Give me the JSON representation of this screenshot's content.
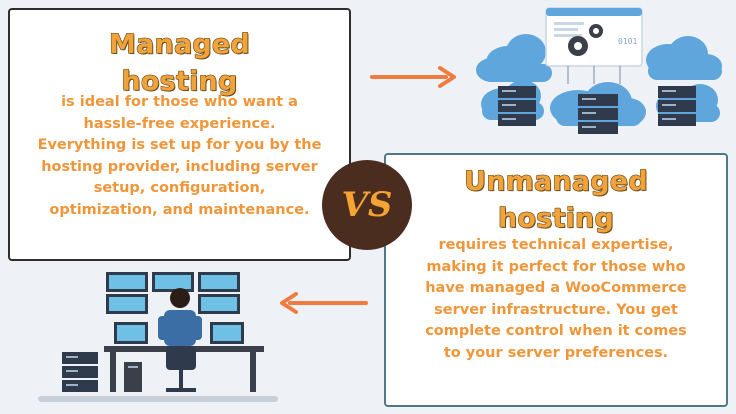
{
  "managed": {
    "title_line1": "Managed",
    "title_line2": "hosting",
    "body_lines": [
      "is ideal for those who want a",
      "hassle-free experience.",
      "Everything is set up for you by the",
      "hosting provider, including server",
      "setup, configuration,",
      "optimization, and maintenance."
    ]
  },
  "unmanaged": {
    "title_line1": "Unmanaged",
    "title_line2": "hosting",
    "body_lines": [
      "requires technical expertise,",
      "making it perfect for those who",
      "have managed a WooCommerce",
      "server infrastructure. You get",
      "complete control when it comes",
      "to your server preferences."
    ]
  },
  "vs_label": "VS",
  "cloud_illustration": {
    "binary_text": "0101"
  },
  "icons": [
    "cloud-server-illustration",
    "admin-workstation-illustration",
    "arrow-right-icon",
    "arrow-left-icon"
  ],
  "colors": {
    "title": "#f0a33a",
    "body_text": "#f0963a",
    "vs_circle": "#4a2d1e",
    "arrow": "#f07b3f",
    "background": "#eef2f6"
  }
}
